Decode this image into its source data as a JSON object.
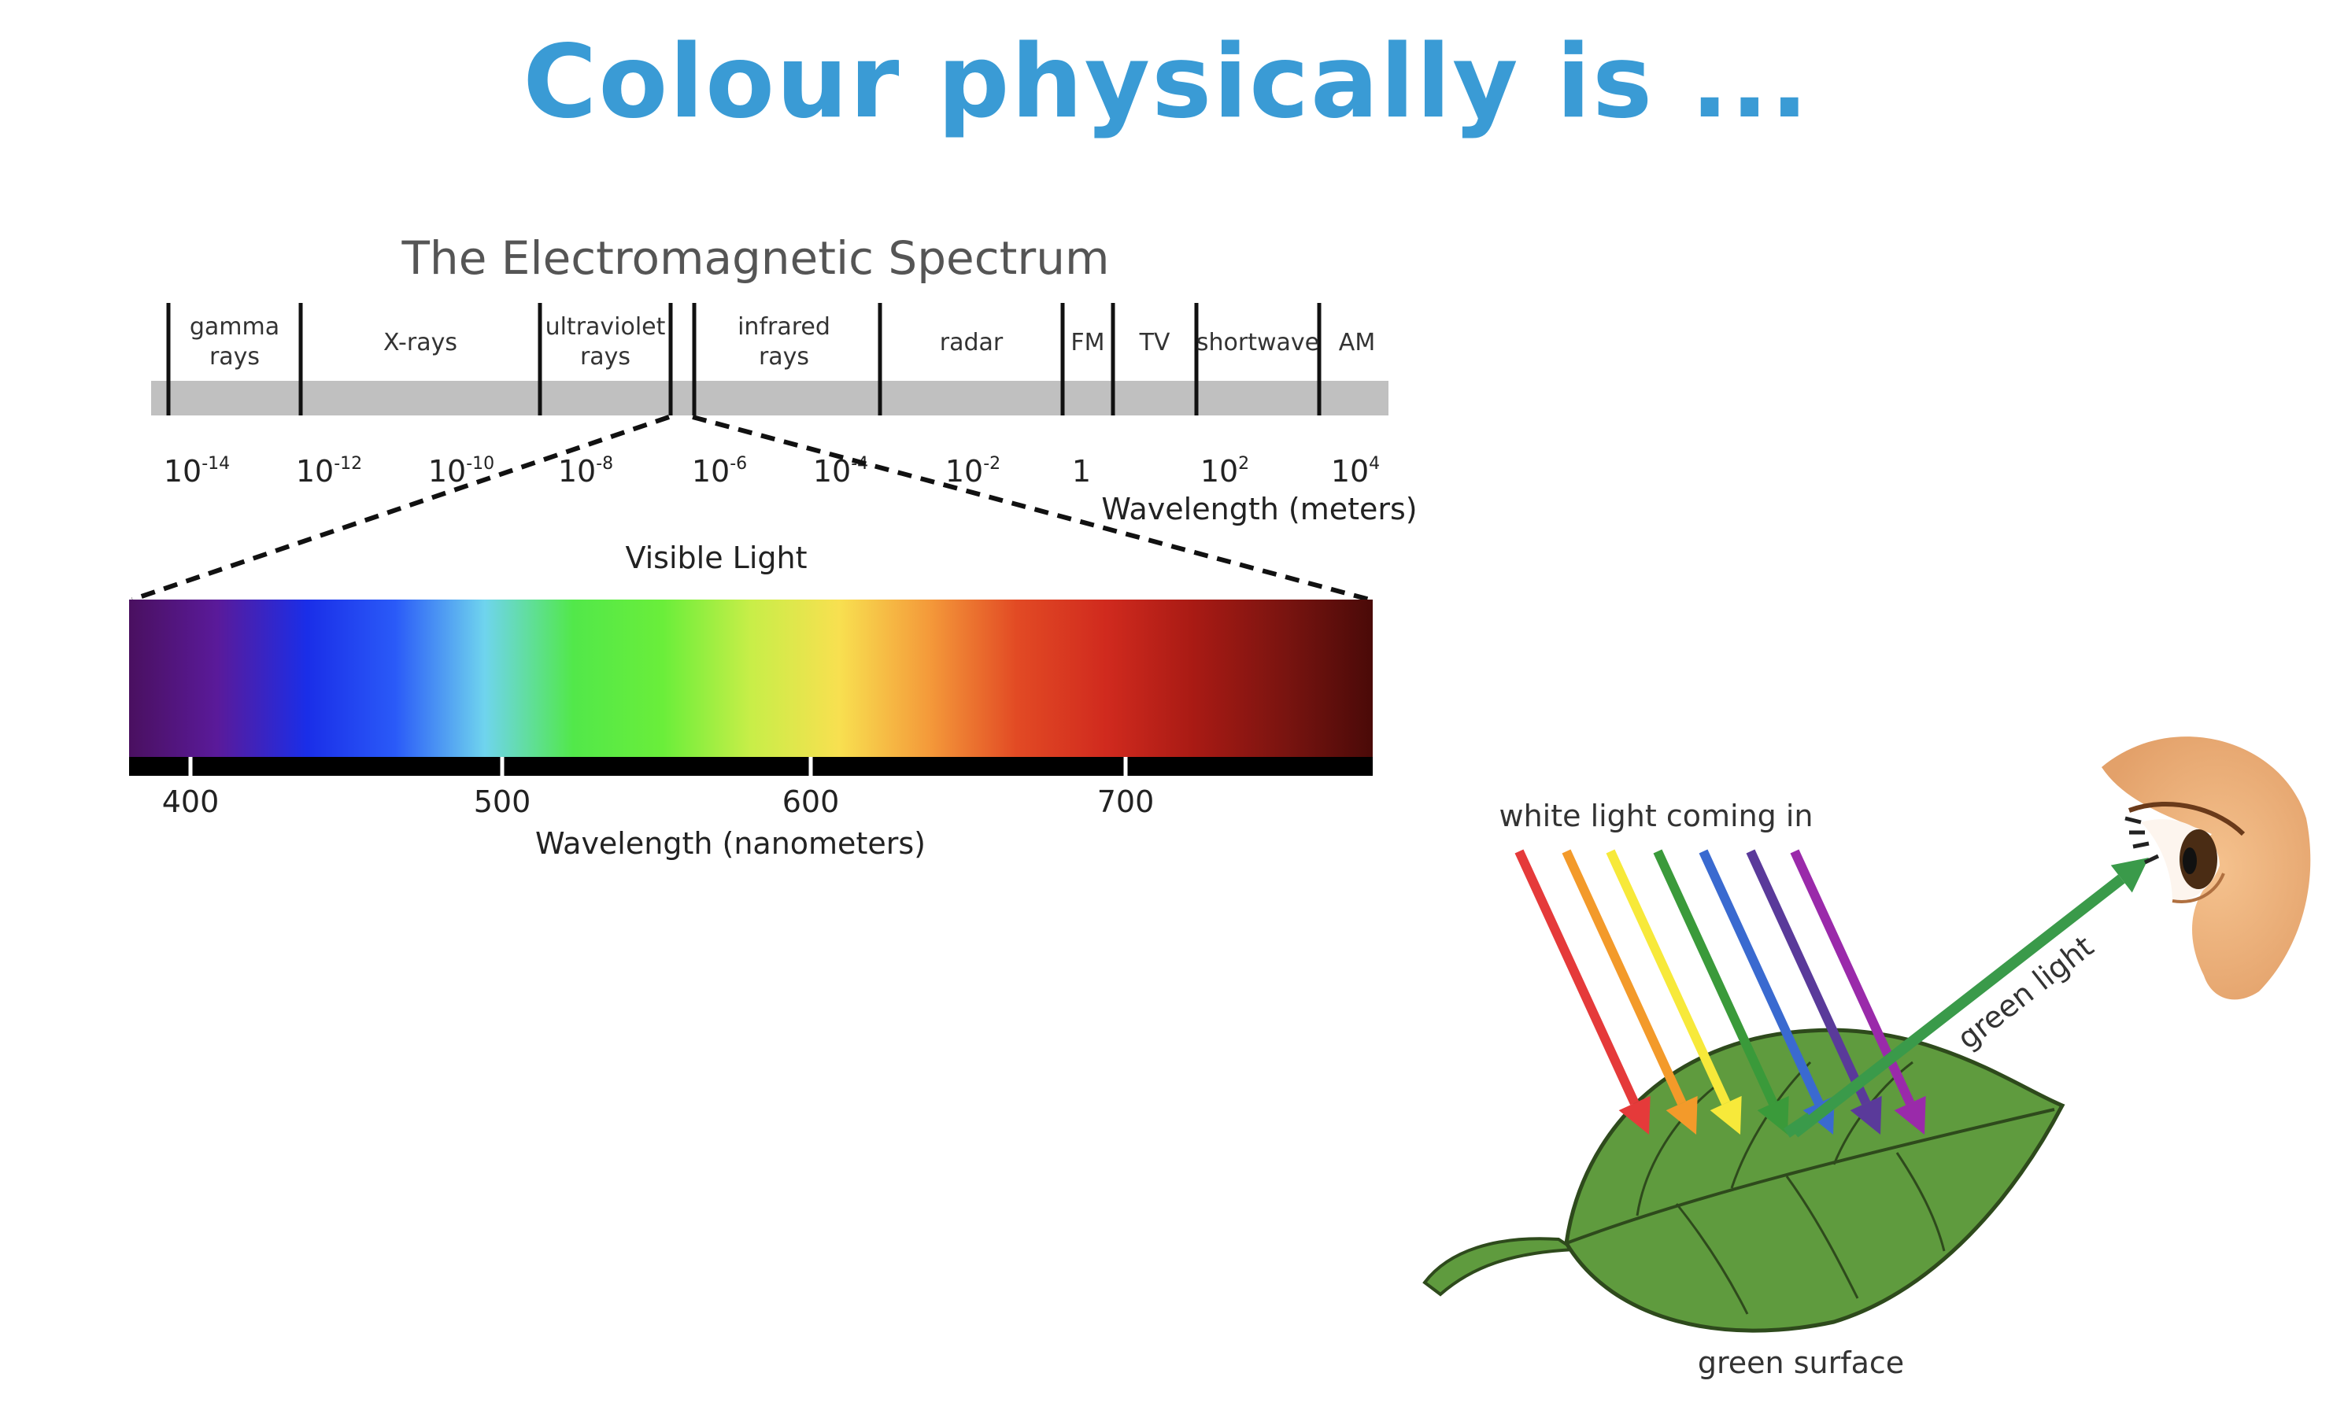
{
  "slide": {
    "title": "Colour physically is ...",
    "title_color": "#3A9BD5"
  },
  "em_spectrum": {
    "title": "The Electromagnetic Spectrum",
    "bands": [
      {
        "lines": [
          "gamma",
          "rays"
        ]
      },
      {
        "lines": [
          "X-rays"
        ]
      },
      {
        "lines": [
          "ultraviolet",
          "rays"
        ]
      },
      {
        "lines": [
          "infrared",
          "rays"
        ]
      },
      {
        "lines": [
          "radar"
        ]
      },
      {
        "lines": [
          "FM"
        ]
      },
      {
        "lines": [
          "TV"
        ]
      },
      {
        "lines": [
          "shortwave"
        ]
      },
      {
        "lines": [
          "AM"
        ]
      }
    ],
    "ticks": [
      {
        "base": "10",
        "exp": "-14"
      },
      {
        "base": "10",
        "exp": "-12"
      },
      {
        "base": "10",
        "exp": "-10"
      },
      {
        "base": "10",
        "exp": "-8"
      },
      {
        "base": "10",
        "exp": "-6"
      },
      {
        "base": "10",
        "exp": "-4"
      },
      {
        "base": "10",
        "exp": "-2"
      },
      {
        "base": "1",
        "exp": ""
      },
      {
        "base": "10",
        "exp": "2"
      },
      {
        "base": "10",
        "exp": "4"
      }
    ],
    "axis_label": "Wavelength (meters)"
  },
  "visible_light": {
    "title": "Visible Light",
    "ticks": [
      "400",
      "500",
      "600",
      "700"
    ],
    "axis_label": "Wavelength (nanometers)",
    "gradient_colors": [
      "#4a1060",
      "#5a1a9a",
      "#1a2ee8",
      "#2a5af8",
      "#6fd4ee",
      "#52e84a",
      "#6aee3a",
      "#c8ee48",
      "#f8e050",
      "#f49a3a",
      "#e24a24",
      "#d02a1e",
      "#a81a14",
      "#7a1410",
      "#4a0a08"
    ]
  },
  "leaf_illustration": {
    "incoming_label": "white light coming in",
    "reflected_label": "green light",
    "surface_label": "green surface",
    "ray_colors": [
      "#e53a3a",
      "#f39a2a",
      "#f7e93a",
      "#3a9a3a",
      "#3a6ad0",
      "#5a3a9a",
      "#9a2aaa"
    ],
    "reflected_color": "#3a9a4a",
    "leaf_color": "#5f9b3e"
  }
}
